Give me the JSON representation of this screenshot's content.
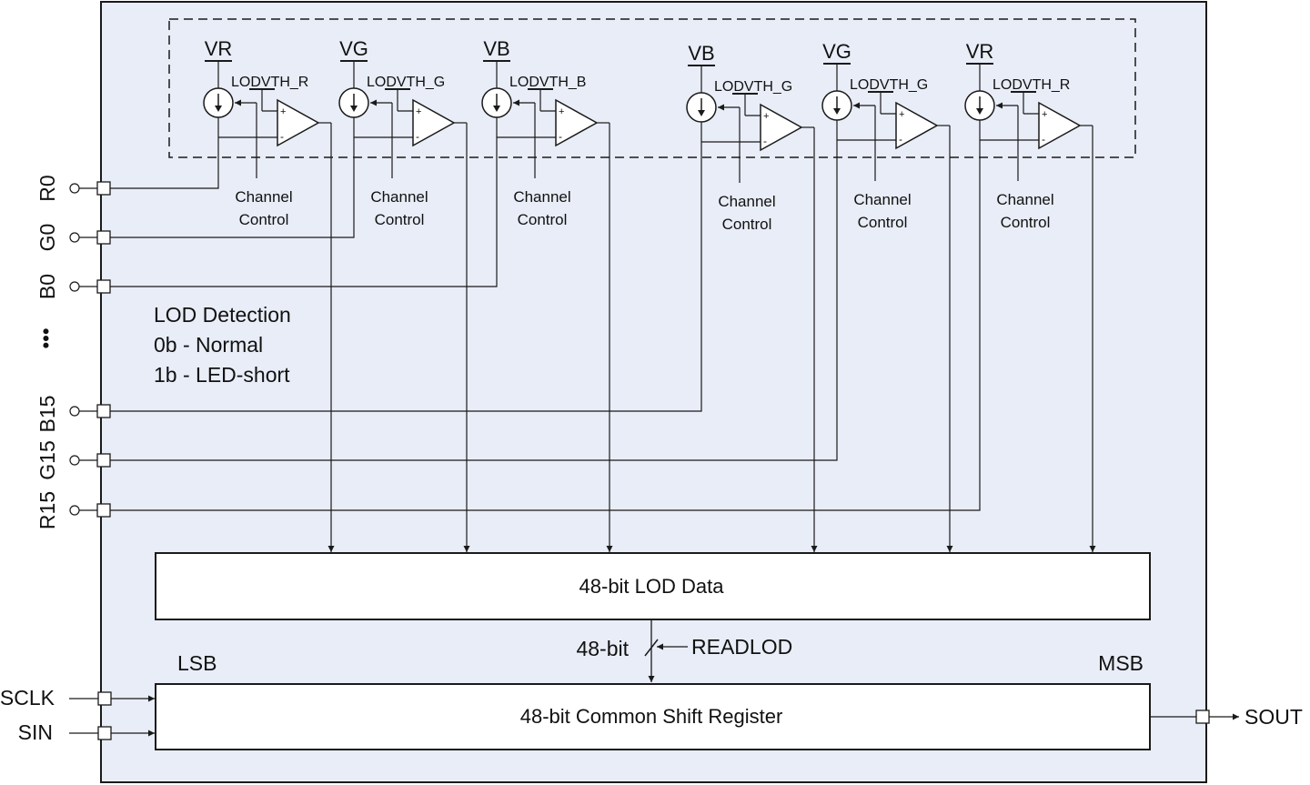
{
  "cells": [
    {
      "supply": "VR",
      "threshold": "LODVTH_R",
      "ctrl1": "Channel",
      "ctrl2": "Control"
    },
    {
      "supply": "VG",
      "threshold": "LODVTH_G",
      "ctrl1": "Channel",
      "ctrl2": "Control"
    },
    {
      "supply": "VB",
      "threshold": "LODVTH_B",
      "ctrl1": "Channel",
      "ctrl2": "Control"
    },
    {
      "supply": "VB",
      "threshold": "LODVTH_G",
      "ctrl1": "Channel",
      "ctrl2": "Control"
    },
    {
      "supply": "VG",
      "threshold": "LODVTH_G",
      "ctrl1": "Channel",
      "ctrl2": "Control"
    },
    {
      "supply": "VR",
      "threshold": "LODVTH_R",
      "ctrl1": "Channel",
      "ctrl2": "Control"
    }
  ],
  "pins": [
    "R0",
    "G0",
    "B0",
    "B15",
    "G15",
    "R15"
  ],
  "ellipsis": "•••",
  "legend": {
    "title": "LOD Detection",
    "normal": "0b - Normal",
    "short": "1b - LED-short"
  },
  "lod_data_label": "48-bit LOD Data",
  "bus_width_label": "48-bit",
  "readlod_label": "READLOD",
  "lsb_label": "LSB",
  "msb_label": "MSB",
  "shift_register_label": "48-bit Common Shift Register",
  "sclk_label": "SCLK",
  "sin_label": "SIN",
  "sout_label": "SOUT",
  "opamp_plus": "+",
  "opamp_minus": "-",
  "colors": {
    "chip_fill": "#e8edf7",
    "line": "#1a1a1a",
    "box_fill": "#ffffff"
  }
}
